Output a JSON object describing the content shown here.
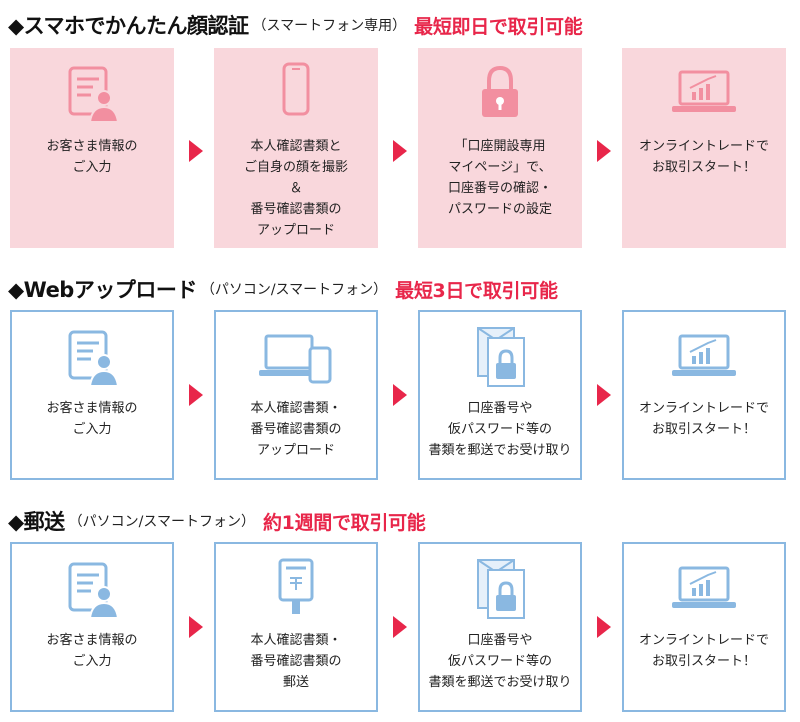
{
  "colors": {
    "accent": "#e8264a",
    "pink_card": "#f9d7dc",
    "pink_icon": "#f28fa0",
    "blue_border": "#8ab8e1",
    "blue_icon": "#8ab8e1"
  },
  "sections": [
    {
      "title": "◆スマホでかんたん顔認証",
      "paren": "（スマートフォン専用）",
      "accent": "最短即日で取引可能",
      "steps": [
        {
          "icon": "profile-form-icon",
          "text": "お客さま情報の\nご入力"
        },
        {
          "icon": "smartphone-icon",
          "text": "本人確認書類と\nご自身の顔を撮影\n＆\n番号確認書類の\nアップロード"
        },
        {
          "icon": "padlock-icon",
          "text": "「口座開設専用\nマイページ」で、\n口座番号の確認・\nパスワードの設定"
        },
        {
          "icon": "laptop-chart-icon",
          "text": "オンライントレードで\nお取引スタート！"
        }
      ]
    },
    {
      "title": "◆Webアップロード",
      "paren": "（パソコン/スマートフォン）",
      "accent": "最短3日で取引可能",
      "steps": [
        {
          "icon": "profile-form-icon",
          "text": "お客さま情報の\nご入力"
        },
        {
          "icon": "laptop-phone-icon",
          "text": "本人確認書類・\n番号確認書類の\nアップロード"
        },
        {
          "icon": "envelope-lock-icon",
          "text": "口座番号や\n仮パスワード等の\n書類を郵送でお受け取り"
        },
        {
          "icon": "laptop-chart-icon",
          "text": "オンライントレードで\nお取引スタート！"
        }
      ]
    },
    {
      "title": "◆郵送",
      "paren": "（パソコン/スマートフォン）",
      "accent": "約1週間で取引可能",
      "steps": [
        {
          "icon": "profile-form-icon",
          "text": "お客さま情報の\nご入力"
        },
        {
          "icon": "postbox-icon",
          "text": "本人確認書類・\n番号確認書類の\n郵送"
        },
        {
          "icon": "envelope-lock-icon",
          "text": "口座番号や\n仮パスワード等の\n書類を郵送でお受け取り"
        },
        {
          "icon": "laptop-chart-icon",
          "text": "オンライントレードで\nお取引スタート！"
        }
      ]
    }
  ]
}
